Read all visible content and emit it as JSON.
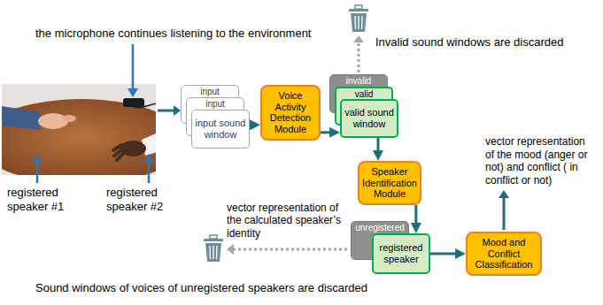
{
  "diagram": {
    "nodes": [
      {
        "text": [
          "input"
        ]
      },
      {
        "text": [
          "input"
        ]
      },
      {
        "text": [
          "input sound window"
        ]
      },
      {
        "text": [
          "Voice Activity Detection Module"
        ]
      },
      {
        "text": [
          "invalid"
        ]
      },
      {
        "text": [
          "valid"
        ]
      },
      {
        "text": [
          "valid sound window"
        ]
      },
      {
        "text": [
          "Speaker Identification Module"
        ]
      },
      {
        "text": [
          "unregistered"
        ]
      },
      {
        "text": [
          "registered speaker"
        ]
      },
      {
        "text": [
          "Mood and Conflict Classification"
        ]
      }
    ],
    "edges": [
      {
        "from": 2,
        "to": 3,
        "arrow": "to"
      },
      {
        "from": 3,
        "to": 6,
        "arrow": "to"
      },
      {
        "from": 6,
        "to": 7,
        "arrow": "to"
      },
      {
        "from": 7,
        "to": 9,
        "arrow": "to"
      },
      {
        "from": 9,
        "to": 10,
        "arrow": "to"
      }
    ],
    "labels": [
      "the microphone continues listening to the environment",
      "Invalid sound windows are discarded",
      "registered speaker #1",
      "registered speaker #2",
      "vector representation of the calculated speaker’s identity",
      "vector representation of the mood (anger or not) and conflict ( in conflict or not)",
      "Sound windows of voices of unregistered speakers are discarded"
    ]
  }
}
